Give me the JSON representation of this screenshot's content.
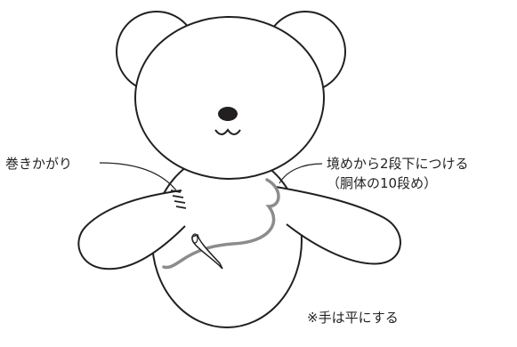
{
  "labels": {
    "left_stitch": "巻きかがり",
    "right_line1": "境めから2段下につける",
    "right_line2": "（胴体の10段め）",
    "note": "※手は平にする"
  },
  "colors": {
    "outline": "#231f20",
    "yarn": "#8c8c8c",
    "background": "#ffffff"
  }
}
